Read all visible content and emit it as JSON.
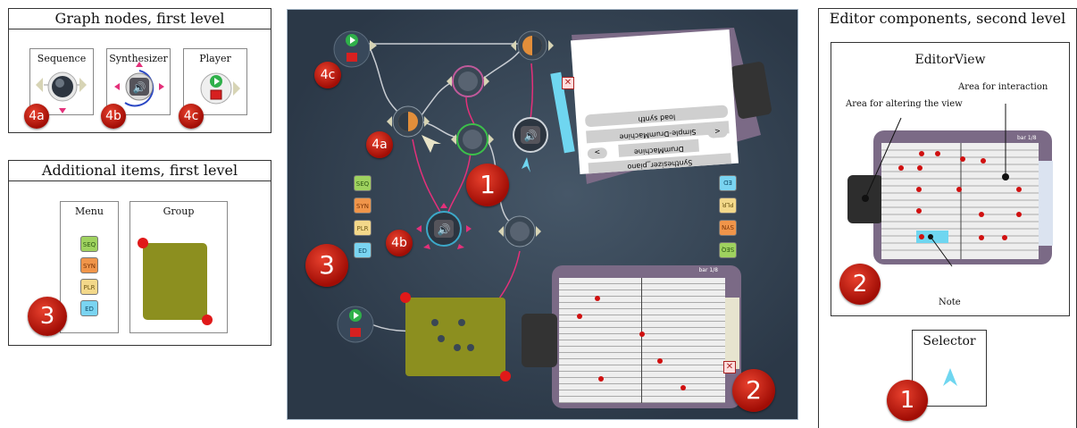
{
  "panels": {
    "graph_nodes": {
      "title": "Graph nodes, first level",
      "items": [
        {
          "label": "Sequence",
          "badge": "4a"
        },
        {
          "label": "Synthesizer",
          "badge": "4b"
        },
        {
          "label": "Player",
          "badge": "4c"
        }
      ]
    },
    "additional_items": {
      "title": "Additional items, first level",
      "menu_label": "Menu",
      "group_label": "Group",
      "menu_buttons": [
        "SEQ",
        "SYN",
        "PLR",
        "ED"
      ],
      "badge": "3"
    },
    "editor_components": {
      "title": "Editor components, second level",
      "editor_view_label": "EditorView",
      "interaction_label": "Area for interaction",
      "altering_label": "Area for altering the view",
      "note_label": "Note",
      "bar_label": "bar 1/8",
      "badge": "2",
      "selector_label": "Selector",
      "selector_badge": "1"
    }
  },
  "center": {
    "badges": [
      "1",
      "2",
      "3",
      "4a",
      "4b",
      "4c"
    ],
    "menu_buttons": [
      "SEQ",
      "SYN",
      "PLR",
      "ED"
    ],
    "bar_label": "bar 1/8",
    "list_items": [
      "load synth",
      "Simple-DrumMachine",
      "DrumMachine",
      "Synthesizer_piano"
    ],
    "nav_prev": "<",
    "nav_next": ">"
  },
  "colors": {
    "badge_red": "#c41f0f",
    "connection_pink": "#e4307a",
    "connection_grey": "#c8ccd2",
    "group_olive": "#8c8f1f",
    "editor_purple": "#7b6a86",
    "selector_cyan": "#6fd6f0"
  }
}
